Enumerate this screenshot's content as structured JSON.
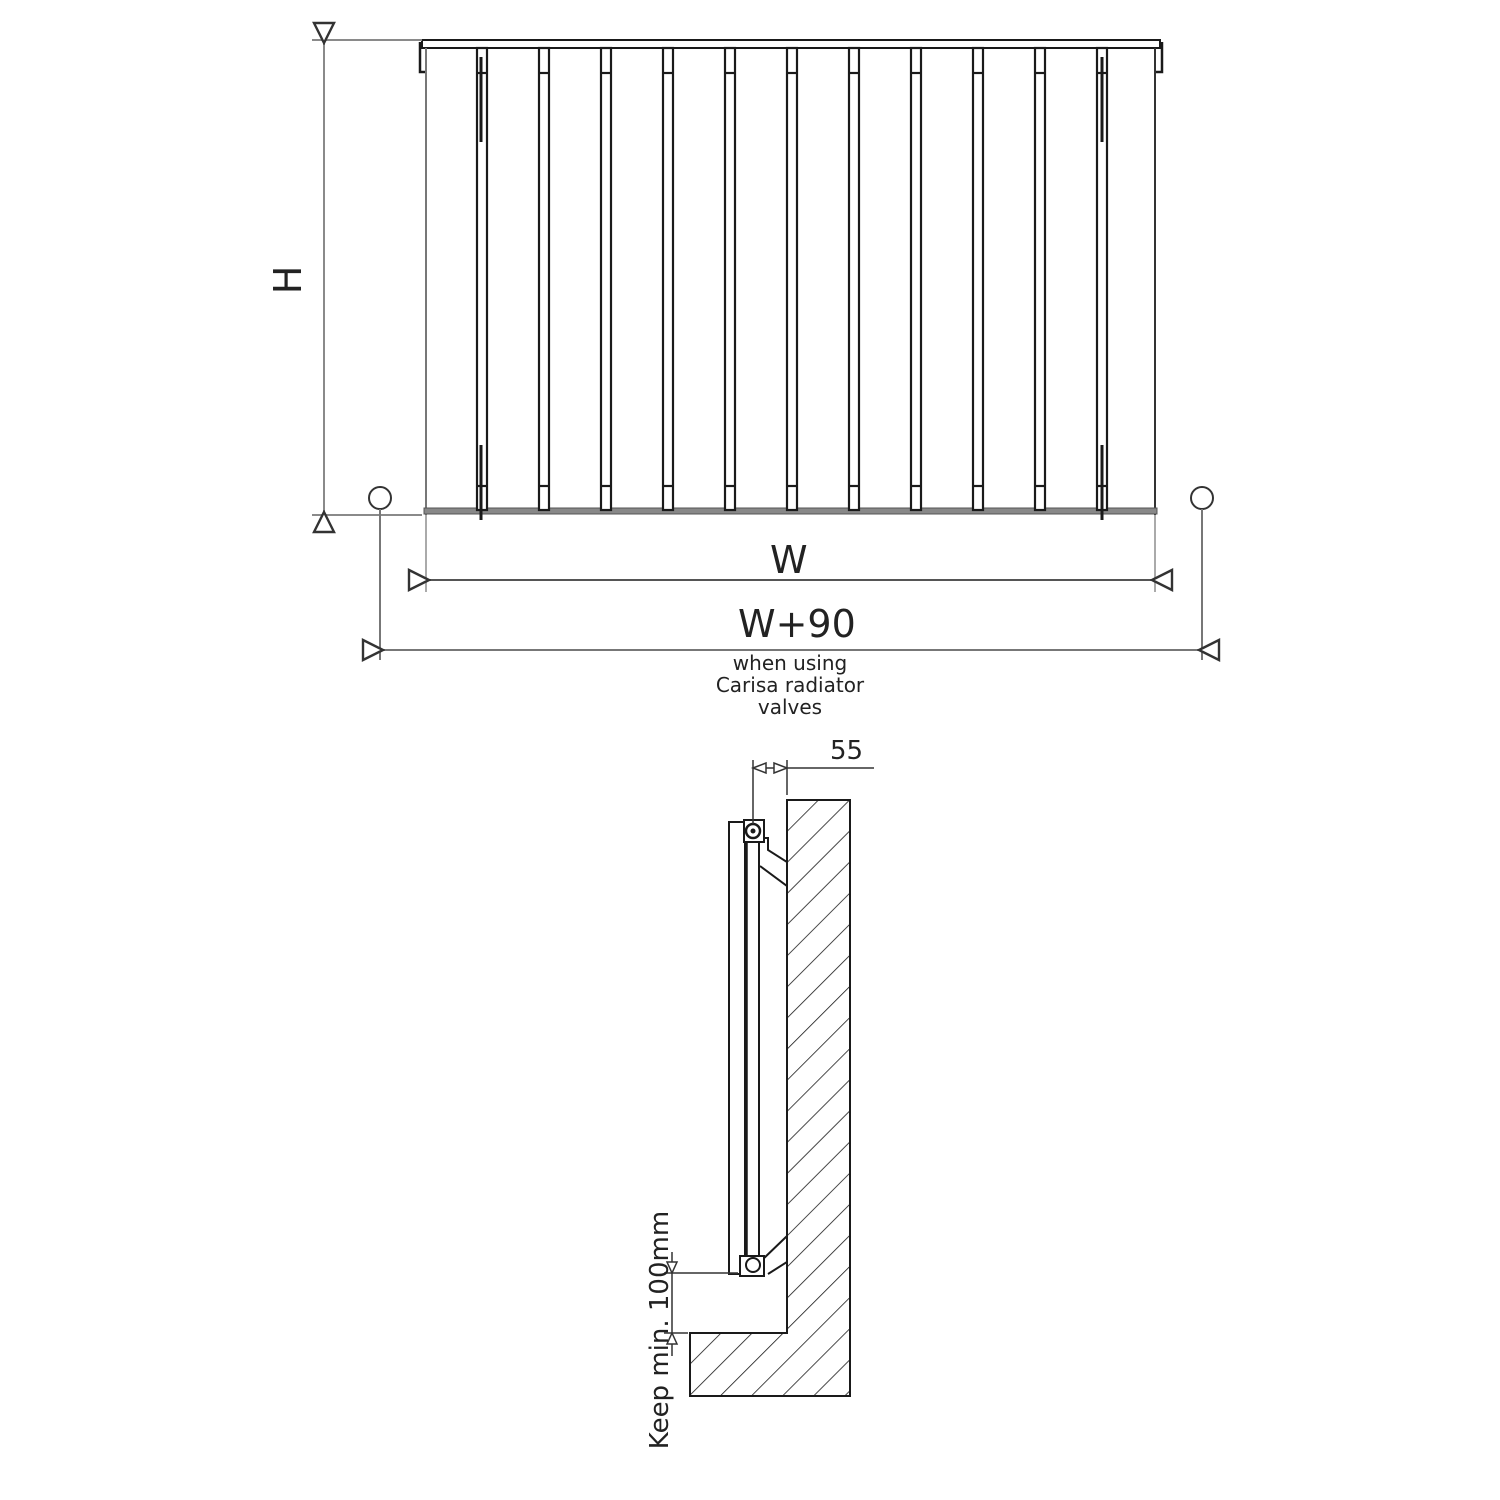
{
  "front_view": {
    "height_label": "H",
    "width_label": "W",
    "width_with_valves_label": "W+90",
    "valve_note_lines": [
      "when using",
      "Carisa radiator",
      "valves"
    ],
    "column_count": 11
  },
  "side_view": {
    "wall_clearance_label": "55",
    "floor_clearance_label": "Keep min. 100mm"
  },
  "colors": {
    "line": "#1a1a1a",
    "dimension_line": "#8a8a8a",
    "background": "#ffffff"
  }
}
